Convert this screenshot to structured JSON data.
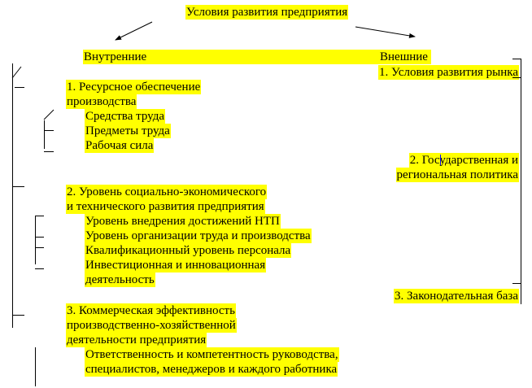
{
  "title": "Условия развития предприятия",
  "internal": {
    "heading": "Внутренние",
    "groups": [
      {
        "title": [
          "1. Ресурсное обеспечение",
          "производства"
        ],
        "items": [
          "Средства труда",
          "Предметы труда",
          "Рабочая сила"
        ]
      },
      {
        "title": [
          "2. Уровень социально-экономического",
          "и технического развития предприятия"
        ],
        "items": [
          "Уровень внедрения достижений НТП",
          "Уровень организации труда и производства",
          "Квалификационный уровень персонала",
          "Инвестиционная и инновационная",
          "деятельность"
        ]
      },
      {
        "title": [
          "3. Коммерческая эффективность",
          "производственно-хозяйственной",
          "деятельности предприятия"
        ],
        "items": [
          "Ответственность и компетентность руководства,",
          "специалистов, менеджеров и каждого работника"
        ]
      }
    ]
  },
  "external": {
    "heading": "Внешние",
    "items": [
      "1. Условия развития рынка",
      "2. Государственная и",
      "региональная политика",
      "3. Законодательная база"
    ]
  },
  "colors": {
    "highlight": "#ffff00",
    "cursor": "#0000ff"
  }
}
